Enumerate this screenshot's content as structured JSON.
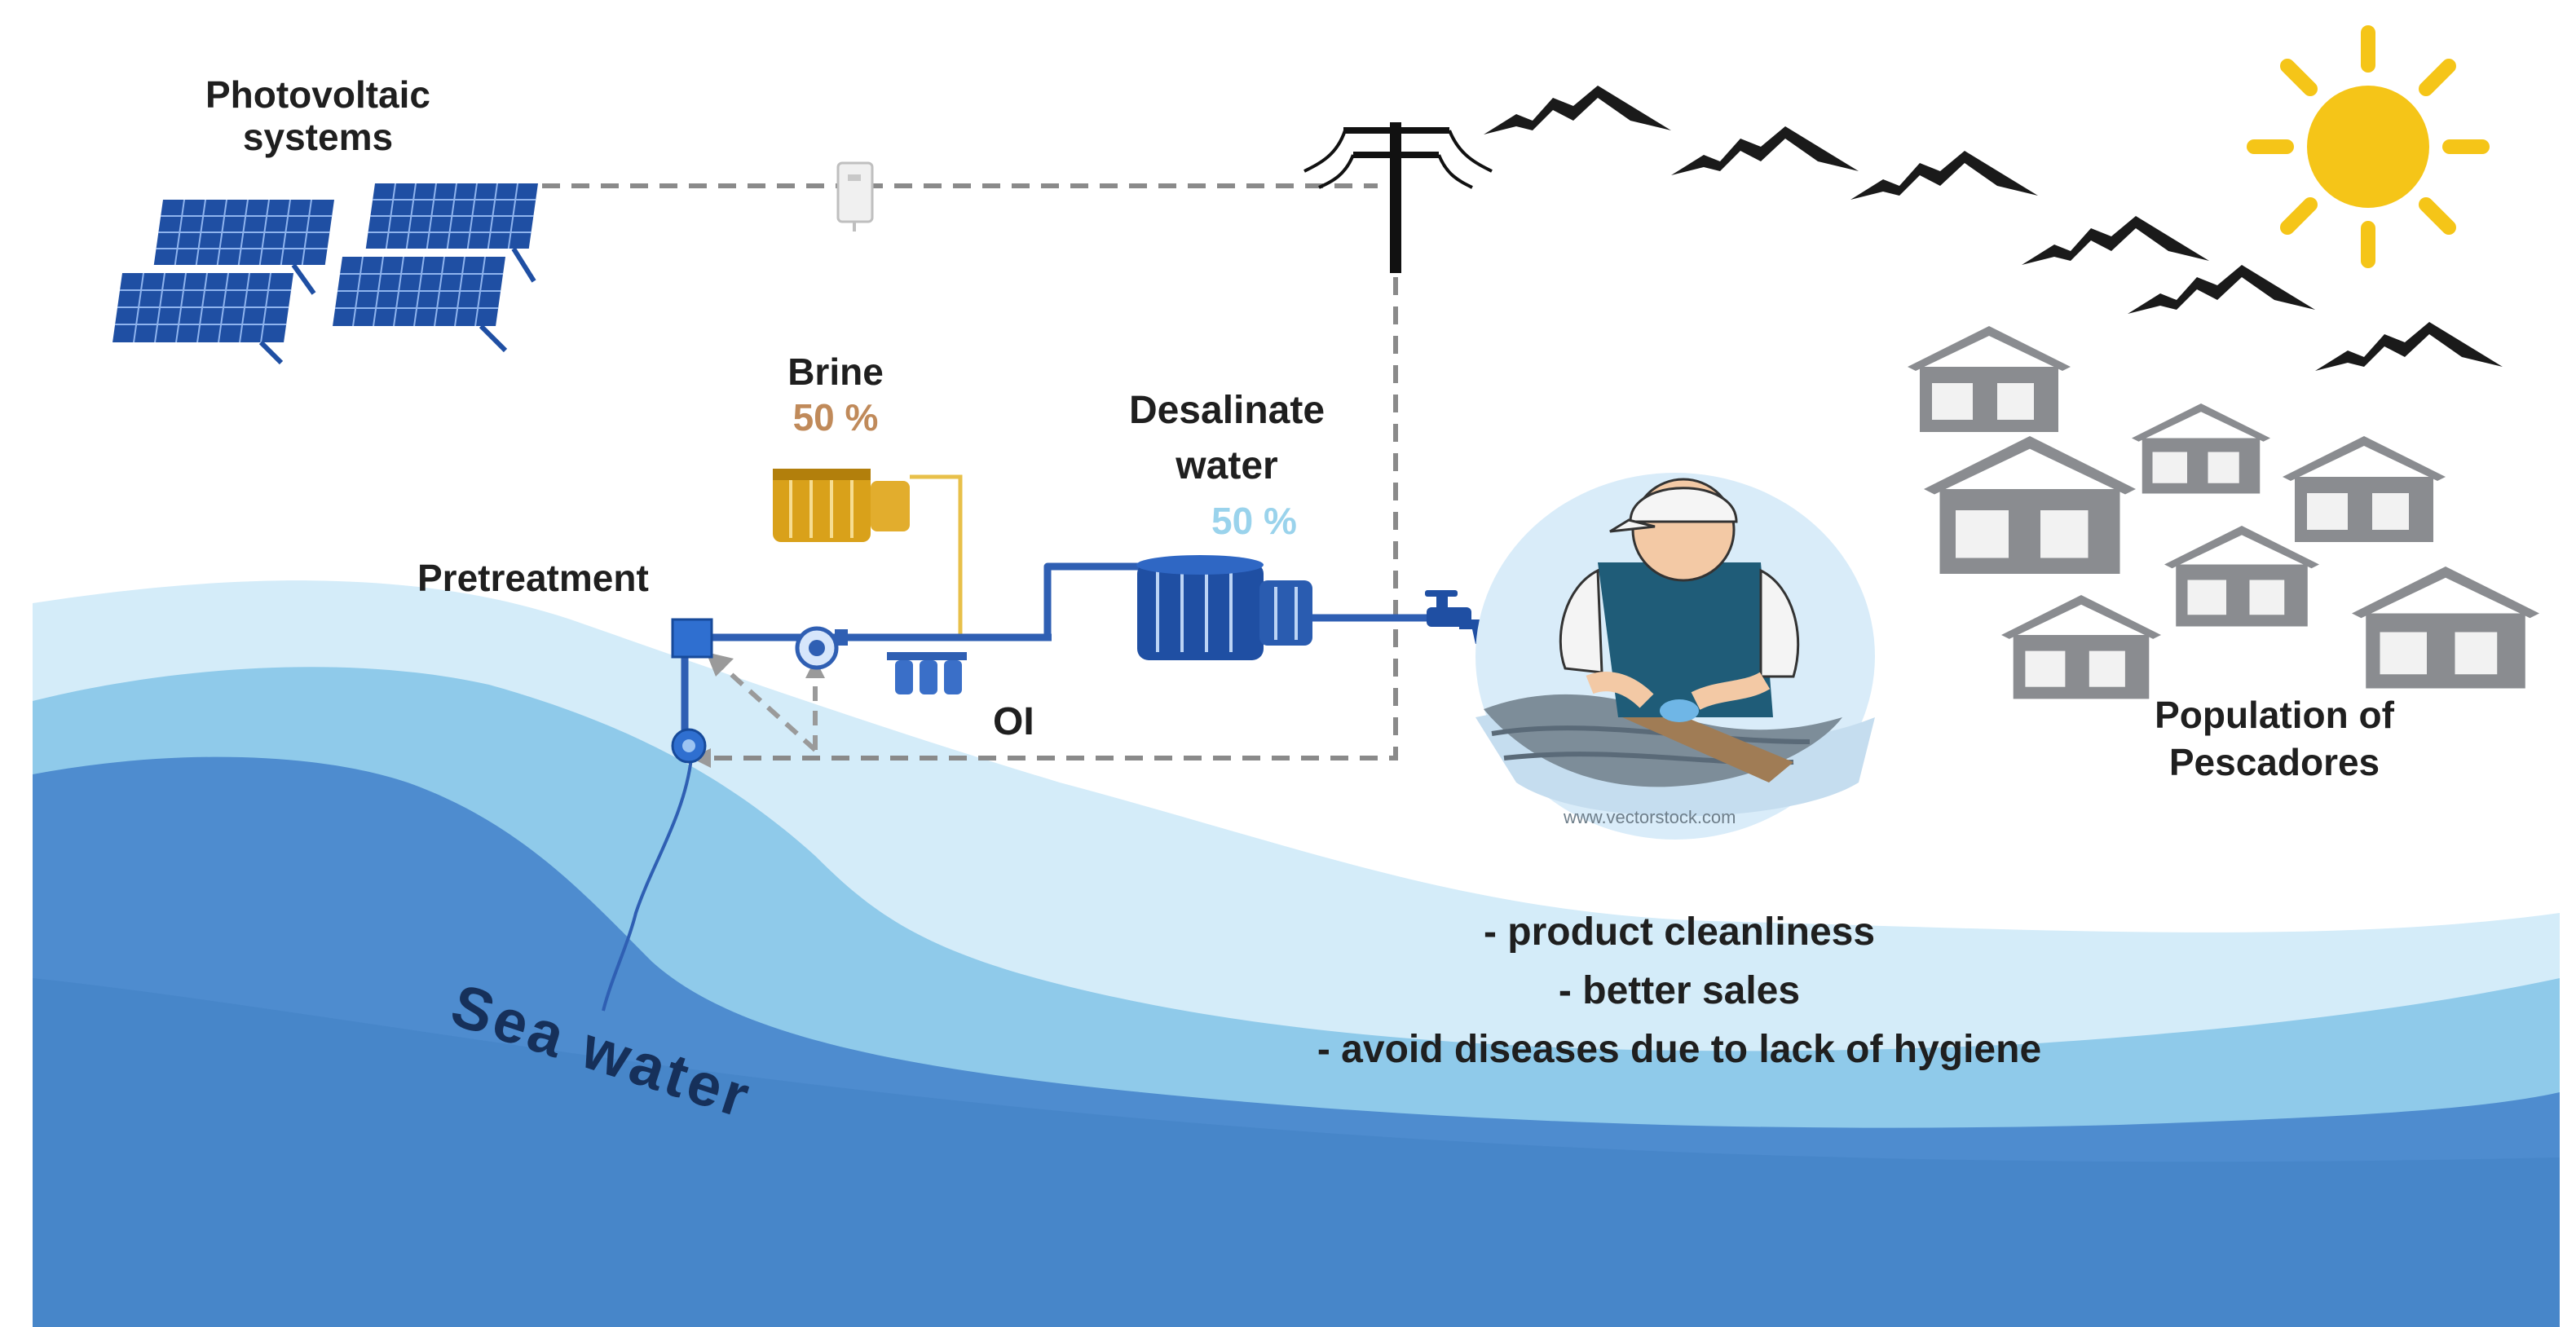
{
  "labels": {
    "photovoltaic_line1": "Photovoltaic",
    "photovoltaic_line2": "systems",
    "brine": "Brine",
    "brine_pct": "50 %",
    "desalinate_line1": "Desalinate",
    "desalinate_line2": "water",
    "desalinate_pct": "50 %",
    "pretreatment": "Pretreatment",
    "oi": "OI",
    "sea_water": "Sea water",
    "population_line1": "Population of",
    "population_line2": "Pescadores",
    "watermark": "www.vectorstock.com"
  },
  "benefits": [
    "- product cleanliness",
    "- better sales",
    "- avoid diseases due to lack of hygiene"
  ],
  "colors": {
    "panel_blue": "#1f4fa3",
    "pipe_blue": "#2f5fb3",
    "brine_gold": "#d9a11a",
    "brine_text": "#c08a5a",
    "desal_text": "#9ad3ec",
    "sea_deep": "#4f8fd0",
    "sea_mid": "#8cc8ea",
    "sea_light": "#cfeaf8",
    "house_gray": "#8a8c90",
    "sun_yellow": "#f5c518",
    "dash_gray": "#8a8a8a"
  },
  "icons": [
    "solar-panel-icon",
    "inverter-icon",
    "power-pole-icon",
    "mountain-icon",
    "sun-icon",
    "house-icon",
    "pump-icon",
    "filter-icon",
    "tank-icon",
    "faucet-icon",
    "fisherman-icon"
  ]
}
